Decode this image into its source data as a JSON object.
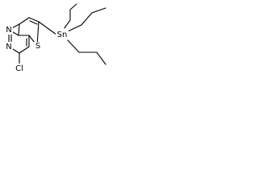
{
  "atoms": {
    "n1": "N",
    "n2": "N",
    "s": "S",
    "sn": "Sn",
    "cl": "Cl"
  }
}
